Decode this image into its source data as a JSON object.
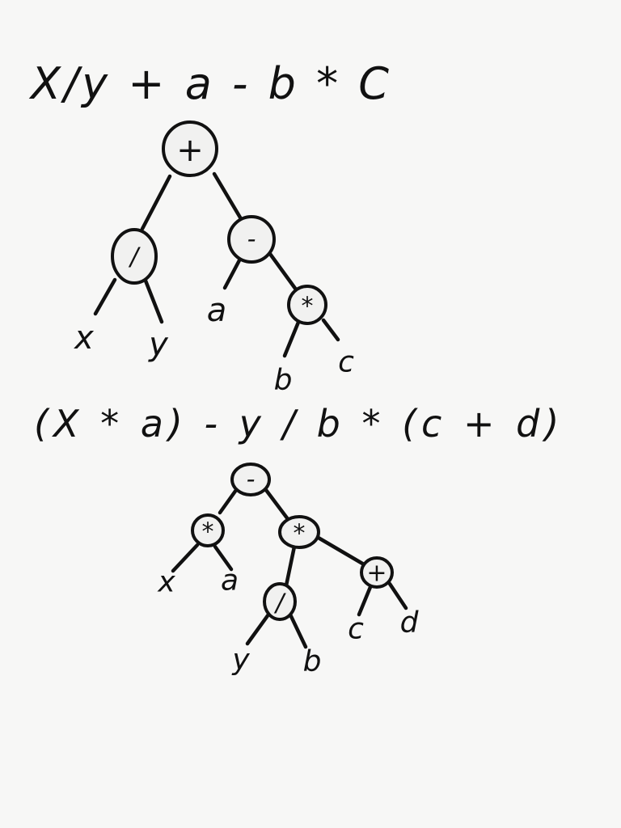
{
  "diagram_1": {
    "expression": "X/y + a - b * C",
    "nodes": {
      "root": "+",
      "div": "/",
      "minus": "-",
      "x": "x",
      "y": "y",
      "a": "a",
      "mul": "*",
      "b": "b",
      "c": "c"
    }
  },
  "diagram_2": {
    "expression": "(X * a) - y / b * (c + d)",
    "nodes": {
      "root": "-",
      "mul_left": "*",
      "mul_right": "*",
      "x": "x",
      "a": "a",
      "div": "/",
      "plus": "+",
      "y": "y",
      "b": "b",
      "c": "c",
      "d": "d"
    }
  }
}
